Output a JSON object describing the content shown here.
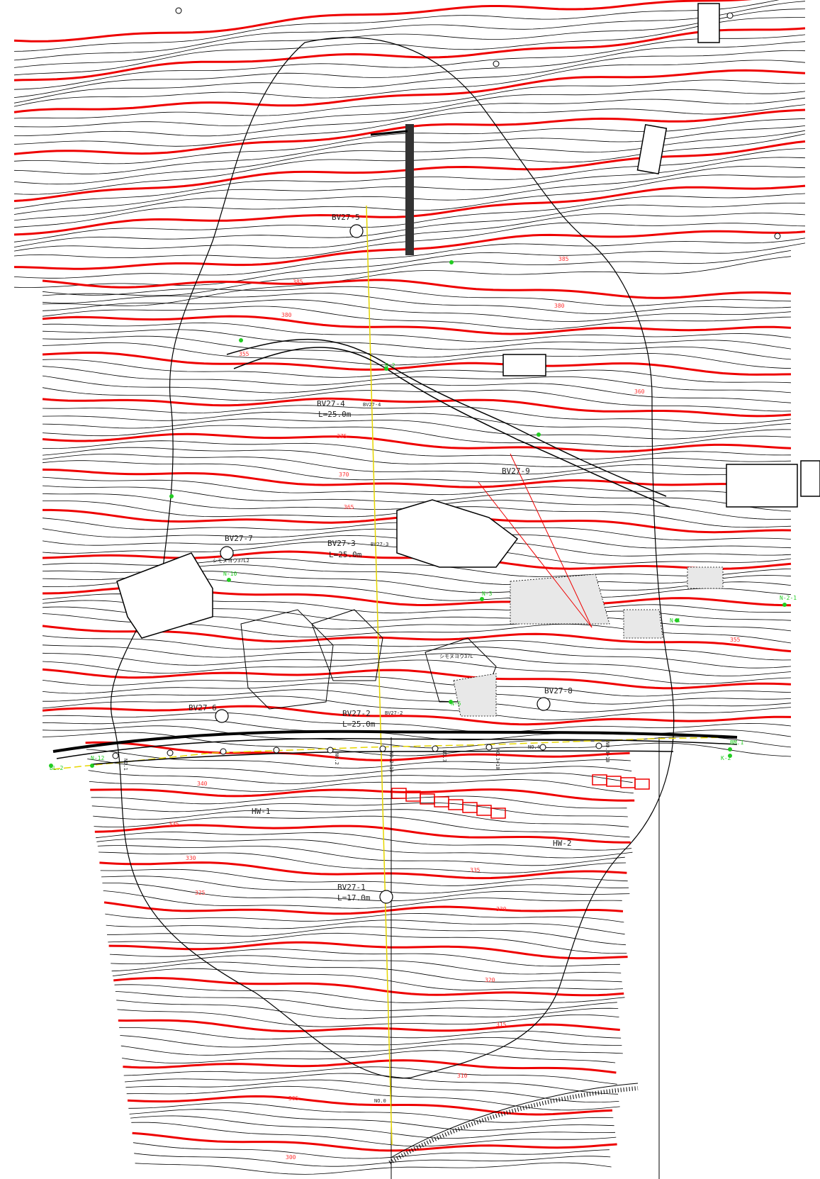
{
  "map": {
    "boreholes": [
      {
        "id": "bh-5",
        "label": "BV27-5",
        "depth": ""
      },
      {
        "id": "bh-4",
        "label": "BV27-4",
        "depth": "L=25.0m"
      },
      {
        "id": "bh-3",
        "label": "BV27-3",
        "depth": "L=25.0m"
      },
      {
        "id": "bh-7",
        "label": "BV27-7",
        "depth": ""
      },
      {
        "id": "bh-9",
        "label": "BV27-9",
        "depth": ""
      },
      {
        "id": "bh-8",
        "label": "BV27-8",
        "depth": ""
      },
      {
        "id": "bh-6",
        "label": "BV27-6",
        "depth": ""
      },
      {
        "id": "bh-2",
        "label": "BV27-2",
        "depth": "L=25.0m"
      },
      {
        "id": "bh-1",
        "label": "BV27-1",
        "depth": "L=17.0m"
      }
    ],
    "wells": [
      "HW-1",
      "HW-2"
    ],
    "small_labels": [
      "BV27-4",
      "BV27-3",
      "BV27-2"
    ],
    "japanese_labels": [
      "シモヌヨウ37L2",
      "シモヌヨウ37L"
    ],
    "stations": [
      "NO.0",
      "NO.1",
      "NO.2",
      "NO.2+10",
      "NO.3",
      "NO.3+10",
      "NO.4",
      "NO.4+10"
    ],
    "green_points": [
      "N-12",
      "BL.2",
      "N-10",
      "N-2",
      "N-3",
      "N-4",
      "N-5",
      "N-2-1",
      "BM.1",
      "K-2"
    ],
    "contour_labels": [
      "385",
      "385",
      "380",
      "380",
      "375",
      "370",
      "365",
      "355",
      "360",
      "355",
      "340",
      "335",
      "330",
      "335",
      "330",
      "325",
      "320",
      "315",
      "305",
      "310",
      "300"
    ],
    "colors": {
      "index_contour": "#ee0000",
      "contour": "#000000",
      "survey_point": "#22cc22",
      "section_line": "#e6d600"
    }
  }
}
